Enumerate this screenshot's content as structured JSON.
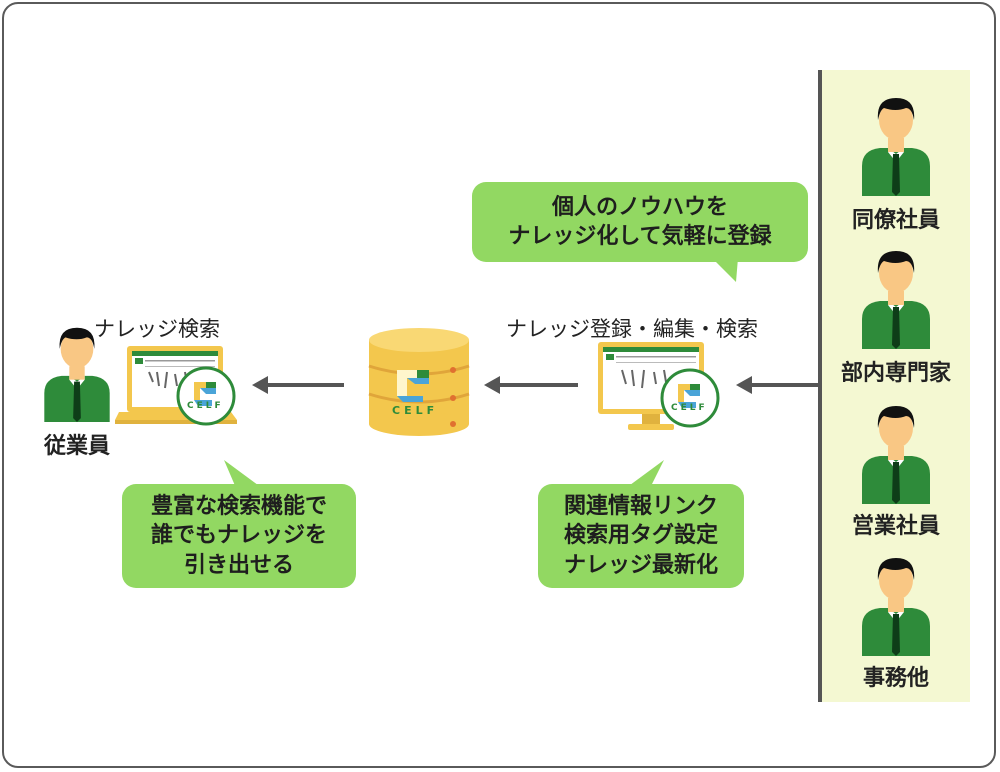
{
  "staff": [
    {
      "label": "同僚社員"
    },
    {
      "label": "部内専門家"
    },
    {
      "label": "営業社員"
    },
    {
      "label": "事務他"
    }
  ],
  "employee": {
    "label": "従業員"
  },
  "search_label": "ナレッジ検索",
  "register_label": "ナレッジ登録・編集・検索",
  "logo_text": "CELF",
  "bubble_top": {
    "lines": [
      "個人のノウハウを",
      "ナレッジ化して気軽に登録"
    ]
  },
  "bubble_left": {
    "lines": [
      "豊富な検索機能で",
      "誰でもナレッジを",
      "引き出せる"
    ]
  },
  "bubble_right": {
    "lines": [
      "関連情報リンク",
      "検索用タグ設定",
      "ナレッジ最新化"
    ]
  },
  "colors": {
    "green_bubble": "#92d862",
    "suit": "#2e8b3a",
    "skin": "#f9c784",
    "panel": "#f4f8d2",
    "gold": "#f3c74d"
  }
}
